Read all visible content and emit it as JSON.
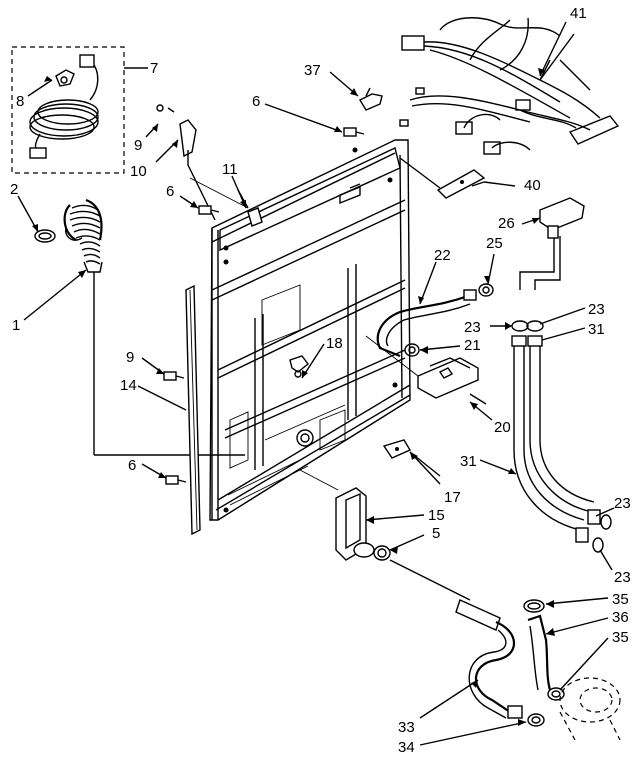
{
  "callouts": [
    {
      "id": "c41",
      "text": "41"
    },
    {
      "id": "c7",
      "text": "7"
    },
    {
      "id": "c37",
      "text": "37"
    },
    {
      "id": "c8",
      "text": "8"
    },
    {
      "id": "c6a",
      "text": "6"
    },
    {
      "id": "c9a",
      "text": "9"
    },
    {
      "id": "c10",
      "text": "10"
    },
    {
      "id": "c11",
      "text": "11"
    },
    {
      "id": "c40",
      "text": "40"
    },
    {
      "id": "c2",
      "text": "2"
    },
    {
      "id": "c6b",
      "text": "6"
    },
    {
      "id": "c26",
      "text": "26"
    },
    {
      "id": "c25",
      "text": "25"
    },
    {
      "id": "c22",
      "text": "22"
    },
    {
      "id": "c23a",
      "text": "23"
    },
    {
      "id": "c23b",
      "text": "23"
    },
    {
      "id": "c31a",
      "text": "31"
    },
    {
      "id": "c1",
      "text": "1"
    },
    {
      "id": "c18",
      "text": "18"
    },
    {
      "id": "c21",
      "text": "21"
    },
    {
      "id": "c9b",
      "text": "9"
    },
    {
      "id": "c14",
      "text": "14"
    },
    {
      "id": "c20",
      "text": "20"
    },
    {
      "id": "c31b",
      "text": "31"
    },
    {
      "id": "c6c",
      "text": "6"
    },
    {
      "id": "c17",
      "text": "17"
    },
    {
      "id": "c23c",
      "text": "23"
    },
    {
      "id": "c15",
      "text": "15"
    },
    {
      "id": "c5",
      "text": "5"
    },
    {
      "id": "c23d",
      "text": "23"
    },
    {
      "id": "c35a",
      "text": "35"
    },
    {
      "id": "c36",
      "text": "36"
    },
    {
      "id": "c35b",
      "text": "35"
    },
    {
      "id": "c33",
      "text": "33"
    },
    {
      "id": "c34",
      "text": "34"
    }
  ]
}
